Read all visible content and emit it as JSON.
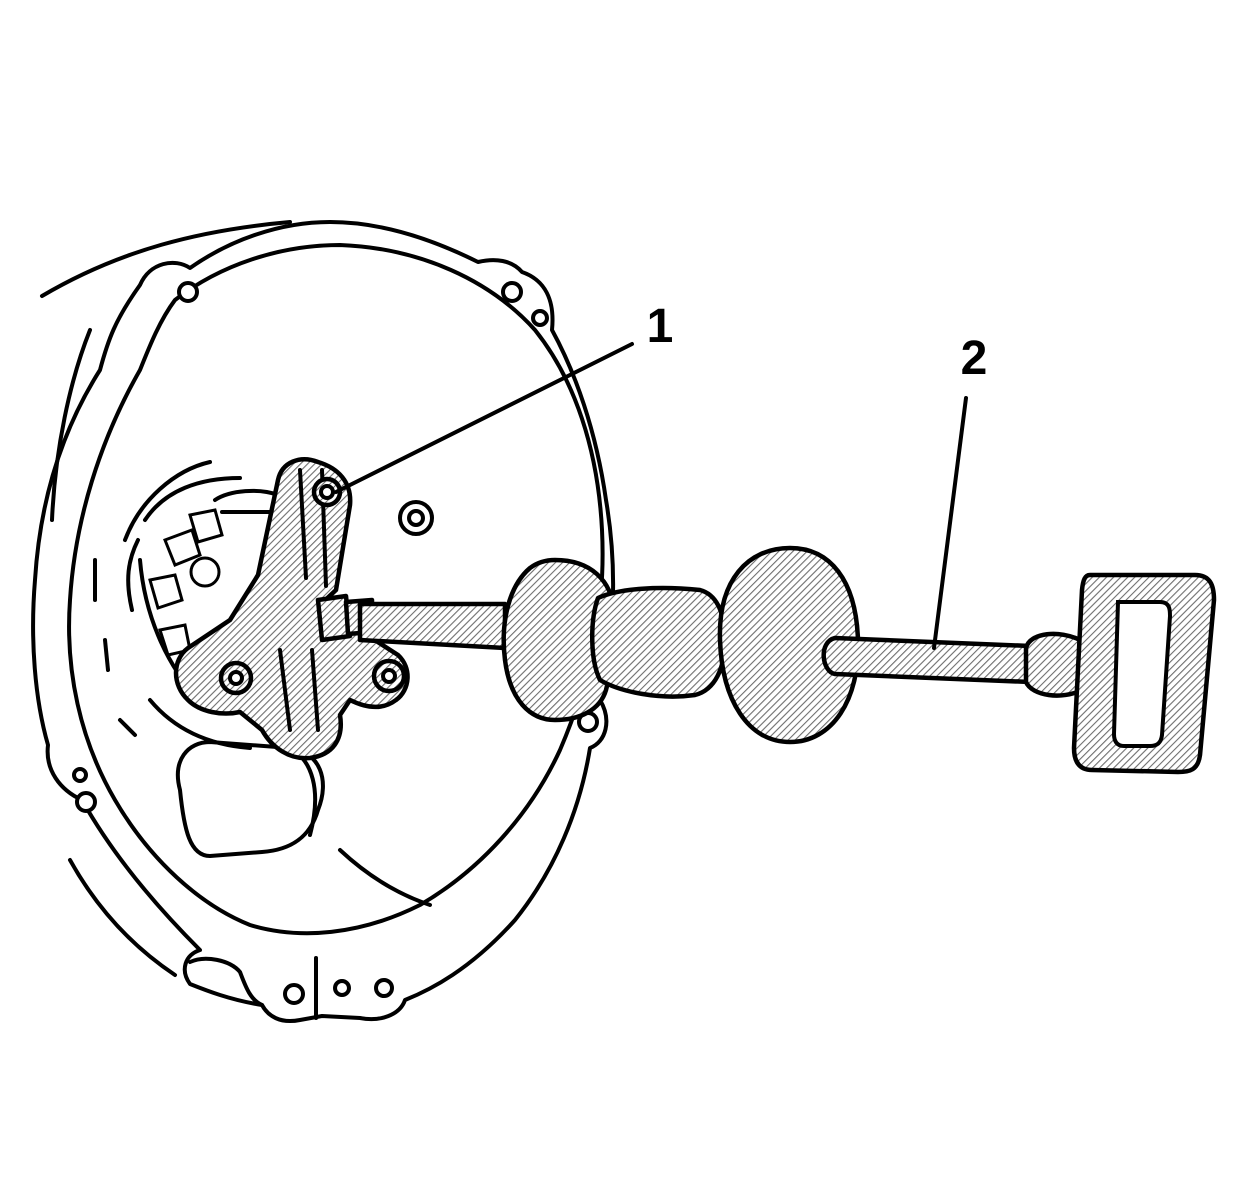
{
  "callouts": [
    {
      "id": "1",
      "text": "1"
    },
    {
      "id": "2",
      "text": "2"
    }
  ],
  "colors": {
    "line": "#000000",
    "background": "#ffffff",
    "hatch": "#8a8a8a"
  }
}
